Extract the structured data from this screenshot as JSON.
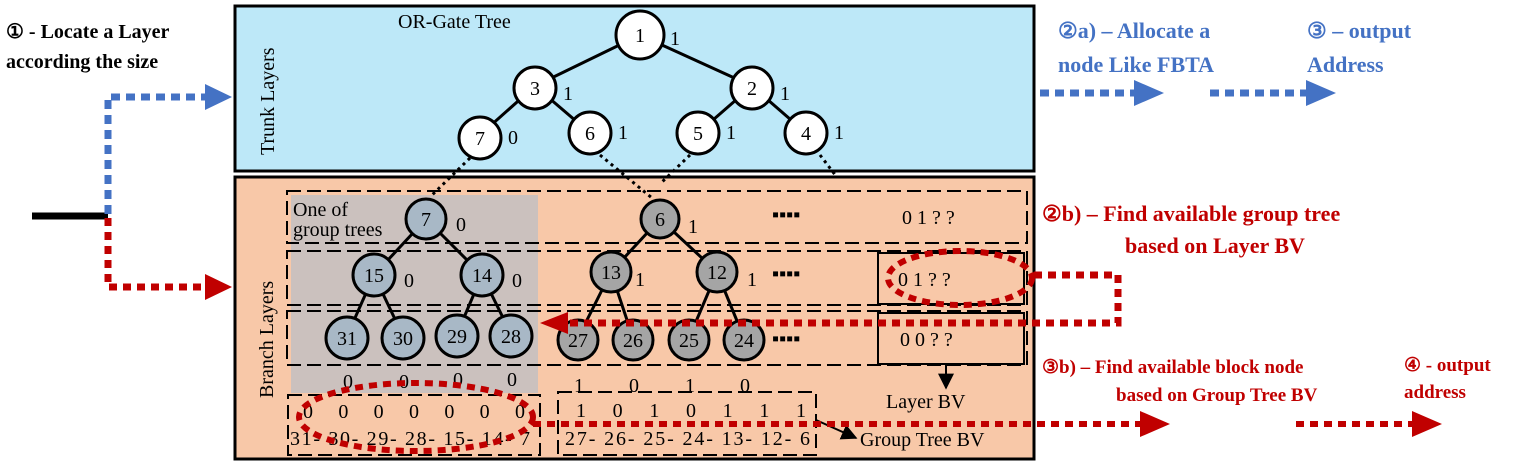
{
  "colors": {
    "trunk_fill": "#bde8f8",
    "branch_fill": "#f8c8a8",
    "group_shade": "#c3c0c2",
    "blue": "#4472c4",
    "red": "#c00000",
    "node_white": "#ffffff",
    "node_blue_gray": "#a8b8c6",
    "node_gray": "#a5a5a5"
  },
  "labels": {
    "trunk_layers": "Trunk Layers",
    "branch_layers": "Branch Layers",
    "or_gate_tree": "OR-Gate Tree",
    "one_of_group_trees_1": "One of",
    "one_of_group_trees_2": "group trees",
    "layer_bv": "Layer BV",
    "group_tree_bv": "Group Tree BV",
    "ellipsis": "▪▪▪▪"
  },
  "steps": {
    "step1_line1": "① - Locate a Layer",
    "step1_line2": "according the size",
    "step2a_line1": "②a) – Allocate a",
    "step2a_line2": "node Like FBTA",
    "step3_line1": "③ – output",
    "step3_line2": "Address",
    "step2b_line1": "②b) – Find available group tree",
    "step2b_line2": "based on Layer BV",
    "step3b_line1": "③b) – Find available block node",
    "step3b_line2": "based on Group Tree BV",
    "step4_line1": "④ - output",
    "step4_line2": "address"
  },
  "trunk_nodes": [
    {
      "id": "1",
      "bit": "1"
    },
    {
      "id": "3",
      "bit": "1"
    },
    {
      "id": "2",
      "bit": "1"
    },
    {
      "id": "7",
      "bit": "0"
    },
    {
      "id": "6",
      "bit": "1"
    },
    {
      "id": "5",
      "bit": "1"
    },
    {
      "id": "4",
      "bit": "1"
    }
  ],
  "branch_nodes": [
    {
      "id": "7",
      "bit": "0"
    },
    {
      "id": "15",
      "bit": "0"
    },
    {
      "id": "14",
      "bit": "0"
    },
    {
      "id": "31",
      "bit": "0"
    },
    {
      "id": "30",
      "bit": "0"
    },
    {
      "id": "29",
      "bit": "0"
    },
    {
      "id": "28",
      "bit": "0"
    },
    {
      "id": "6",
      "bit": "1"
    },
    {
      "id": "13",
      "bit": "1"
    },
    {
      "id": "12",
      "bit": "1"
    },
    {
      "id": "27",
      "bit": "1"
    },
    {
      "id": "26",
      "bit": "0"
    },
    {
      "id": "25",
      "bit": "1"
    },
    {
      "id": "24",
      "bit": "0"
    }
  ],
  "layer_bv_rows": [
    "0 1 ? ?",
    "0 1 ? ?",
    "0 0 ? ?"
  ],
  "group_bv_left": {
    "bits": "0 0 0 0 0 0 0",
    "ids": "31- 30- 29- 28- 15- 14- 7"
  },
  "group_bv_right": {
    "bits": "1 0 1 0 1 1 1",
    "ids": "27- 26- 25- 24- 13- 12- 6"
  }
}
